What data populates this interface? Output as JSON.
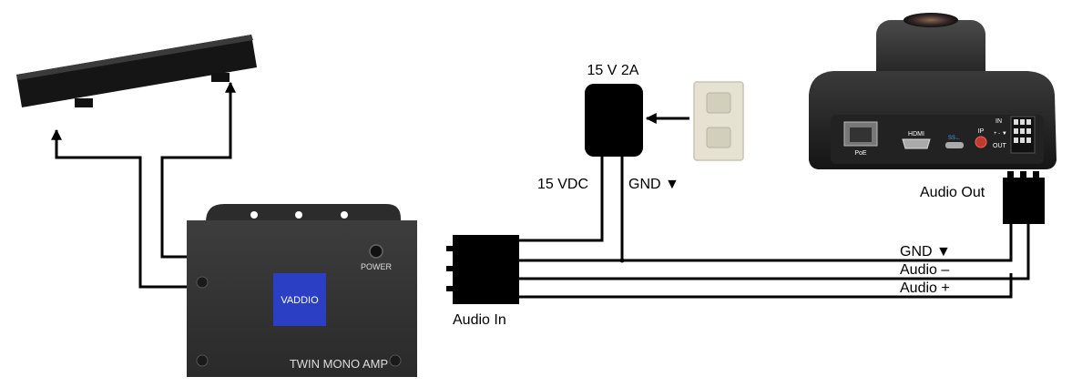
{
  "power_supply": {
    "label": "15 V 2A",
    "output_label": "15 VDC",
    "ground_label": "GND ▼"
  },
  "amp": {
    "power_label": "POWER",
    "brand": "VADDIO",
    "model": "TWIN MONO AMP",
    "input_label": "Audio In"
  },
  "camera": {
    "port_poe": "PoE",
    "port_hdmi": "HDMI",
    "port_usb": "SS←",
    "ip_label": "IP",
    "in_label": "IN",
    "out_label": "OUT",
    "polarity_label": "+ - ▼",
    "output_label": "Audio Out"
  },
  "wires": {
    "gnd": "GND ▼",
    "audio_minus": "Audio –",
    "audio_plus": "Audio +"
  }
}
